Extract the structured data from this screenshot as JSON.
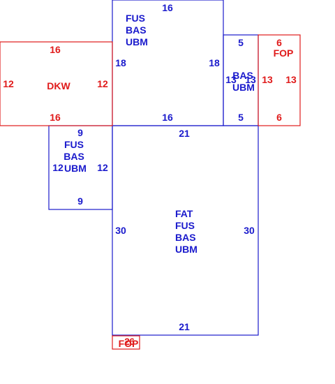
{
  "colors": {
    "primary": "#1a1acc",
    "secondary": "#e01b1b"
  },
  "areas": [
    {
      "id": "main-house",
      "color": "primary",
      "codes": [
        "FAT",
        "FUS",
        "BAS",
        "UBM"
      ],
      "dims": {
        "top": "21",
        "bottom": "21",
        "left": "30",
        "right": "30"
      }
    },
    {
      "id": "upper-section",
      "color": "primary",
      "codes": [
        "FUS",
        "BAS",
        "UBM"
      ],
      "dims": {
        "top": "16",
        "bottom": "16",
        "left": "18",
        "right": "18"
      }
    },
    {
      "id": "left-section",
      "color": "primary",
      "codes": [
        "FUS",
        "BAS",
        "UBM"
      ],
      "dims": {
        "top": "9",
        "bottom": "9",
        "left": "12",
        "right": "12"
      }
    },
    {
      "id": "narrow-section",
      "color": "primary",
      "codes": [
        "BAS",
        "UBM"
      ],
      "dims": {
        "top": "5",
        "bottom": "5",
        "left": "13",
        "right": "13"
      }
    },
    {
      "id": "deck",
      "color": "secondary",
      "codes": [
        "DKW"
      ],
      "dims": {
        "top": "16",
        "bottom": "16",
        "left": "12",
        "right": "12"
      }
    },
    {
      "id": "porch-east",
      "color": "secondary",
      "codes": [
        "FOP"
      ],
      "dims": {
        "top": "6",
        "bottom": "6",
        "left": "13",
        "right": "13"
      }
    },
    {
      "id": "porch-south",
      "color": "secondary",
      "codes": [
        "FOP"
      ],
      "dims": {
        "top": "2",
        "bottom": "6"
      }
    }
  ]
}
